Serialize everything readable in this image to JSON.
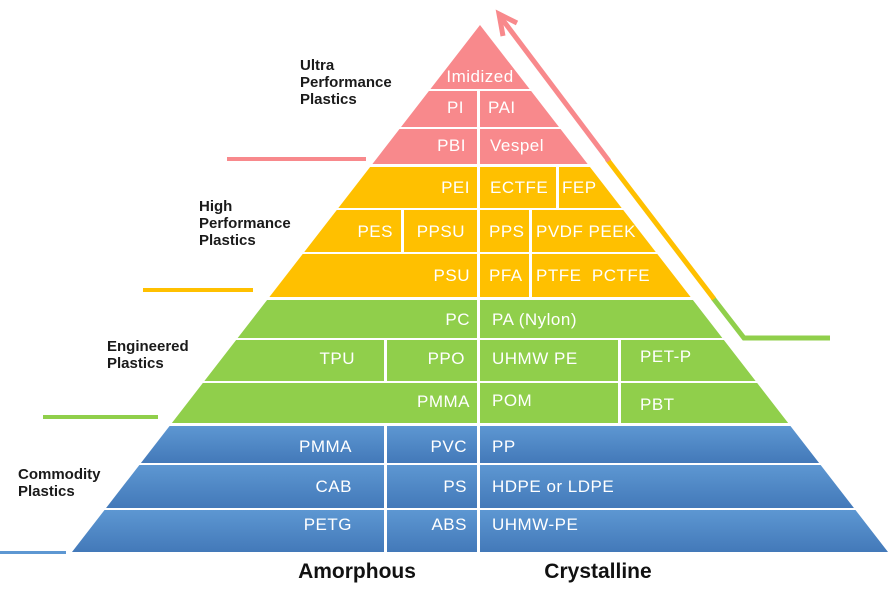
{
  "axis": {
    "left_label": "Amorphous",
    "right_label": "Crystalline"
  },
  "arrow": {
    "colors": [
      "#90CF4B",
      "#FFC000",
      "#F8898C"
    ]
  },
  "tiers": [
    {
      "category": "Ultra\nPerformance\nPlastics",
      "color": "#F8898C",
      "cells": {
        "imidized": "Imidized",
        "pi": "PI",
        "pai": "PAI",
        "pbi": "PBI",
        "vespel": "Vespel"
      }
    },
    {
      "category": "High\nPerformance\nPlastics",
      "color": "#FFC000",
      "cells": {
        "pei": "PEI",
        "ectfe": "ECTFE",
        "fep": "FEP",
        "pes": "PES",
        "ppsu": "PPSU",
        "pps": "PPS",
        "pvdf_peek": "PVDF PEEK",
        "psu": "PSU",
        "pfa": "PFA",
        "ptfe_pctfe": "PTFE  PCTFE"
      }
    },
    {
      "category": "Engineered\nPlastics",
      "color": "#90CF4B",
      "cells": {
        "pc": "PC",
        "pa_nylon": "PA (Nylon)",
        "tpu": "TPU",
        "ppo": "PPO",
        "uhmw_pe": "UHMW PE",
        "pet_p": "PET-P",
        "pmma": "PMMA",
        "pom": "POM",
        "pbt": "PBT"
      }
    },
    {
      "category": "Commodity\nPlastics",
      "color": "#4A85C6",
      "cells": {
        "pmma": "PMMA",
        "pvc": "PVC",
        "pp": "PP",
        "cab": "CAB",
        "ps": "PS",
        "hdpe_ldpe": "HDPE or LDPE",
        "petg": "PETG",
        "abs": "ABS",
        "uhmw_pe": "UHMW-PE"
      }
    }
  ]
}
